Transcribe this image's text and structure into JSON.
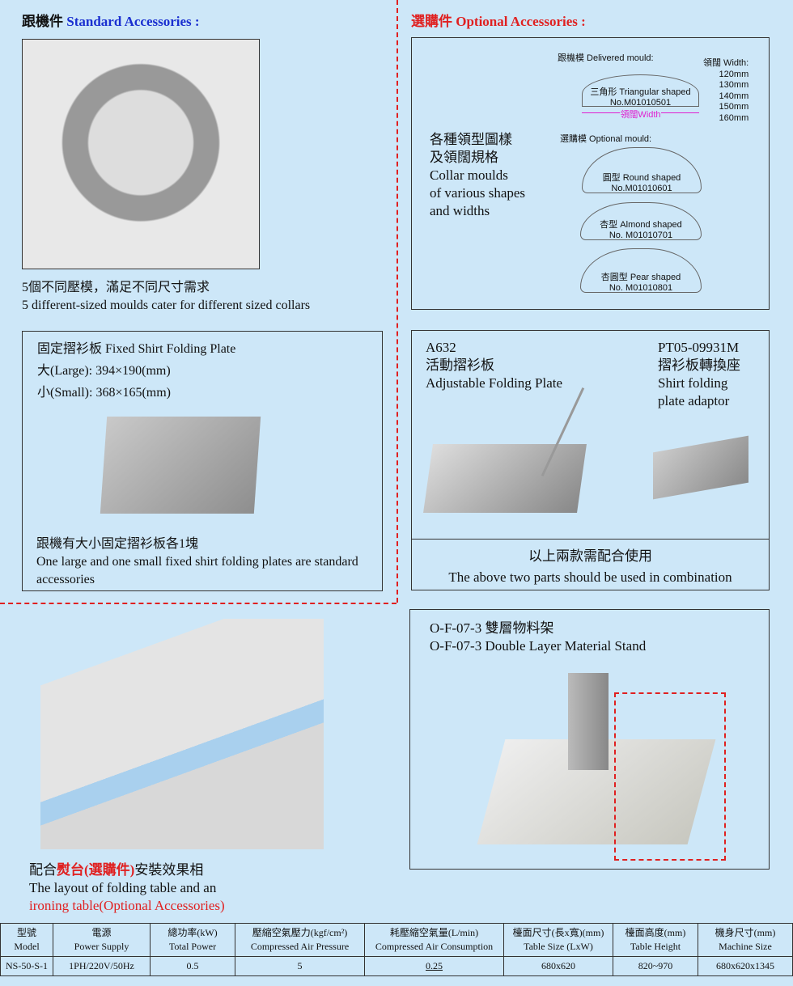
{
  "standard": {
    "title_cn": "跟機件",
    "title_en": "Standard Accessories :",
    "moulds_cn": "5個不同壓模，滿足不同尺寸需求",
    "moulds_en": "5 different-sized moulds cater for different sized collars"
  },
  "fixed_plate": {
    "title": "固定摺衫板 Fixed Shirt Folding Plate",
    "large": "大(Large): 394×190(mm)",
    "small": "小(Small): 368×165(mm)",
    "note_cn": "跟機有大小固定摺衫板各1塊",
    "note_en": "One large and one small fixed shirt folding plates are standard accessories"
  },
  "optional": {
    "title_cn": "選購件",
    "title_en": "Optional Accessories :",
    "collar_cn1": "各種領型圖樣",
    "collar_cn2": "及領闊規格",
    "collar_en": [
      "Collar  moulds",
      "of various shapes",
      "and widths"
    ],
    "delivered": "跟機模 Delivered mould:",
    "width_label": "領闊 Width:",
    "widths": [
      "120mm",
      "130mm",
      "140mm",
      "150mm",
      "160mm"
    ],
    "triangular": "三角形 Triangular shaped",
    "triangular_no": "No.M01010501",
    "width_arrow": "領闊Width",
    "optional_label": "選購模 Optional mould:",
    "round": "圓型 Round shaped",
    "round_no": "No.M01010601",
    "almond": "杏型 Almond shaped",
    "almond_no": "No. M01010701",
    "pear": "杏圓型 Pear shaped",
    "pear_no": "No. M01010801"
  },
  "adjustable": {
    "code": "A632",
    "cn": "活動摺衫板",
    "en": "Adjustable Folding Plate",
    "code2": "PT05-09931M",
    "cn2": "摺衫板轉換座",
    "en2a": "Shirt folding",
    "en2b": "plate adaptor",
    "combo_cn": "以上兩款需配合使用",
    "combo_en": "The above two parts should be used in combination"
  },
  "layout": {
    "cn_a": "配合",
    "cn_red": "熨台(選購件)",
    "cn_b": "安裝效果相",
    "en1": "The layout of folding table and an",
    "en2": "ironing table(Optional Accessories)"
  },
  "stand": {
    "cn": "O-F-07-3 雙層物料架",
    "en": "O-F-07-3 Double Layer Material Stand"
  },
  "table": {
    "headers_cn": [
      "型號",
      "電源",
      "總功率(kW)",
      "壓縮空氣壓力(kgf/cm²)",
      "耗壓縮空氣量(L/min)",
      "檯面尺寸(長x寬)(mm)",
      "檯面高度(mm)",
      "機身尺寸(mm)"
    ],
    "headers_en": [
      "Model",
      "Power Supply",
      "Total Power",
      "Compressed Air Pressure",
      "Compressed Air Consumption",
      "Table Size (LxW)",
      "Table Height",
      "Machine Size"
    ],
    "row": [
      "NS-50-S-1",
      "1PH/220V/50Hz",
      "0.5",
      "5",
      "0.25",
      "680x620",
      "820~970",
      "680x620x1345"
    ]
  }
}
